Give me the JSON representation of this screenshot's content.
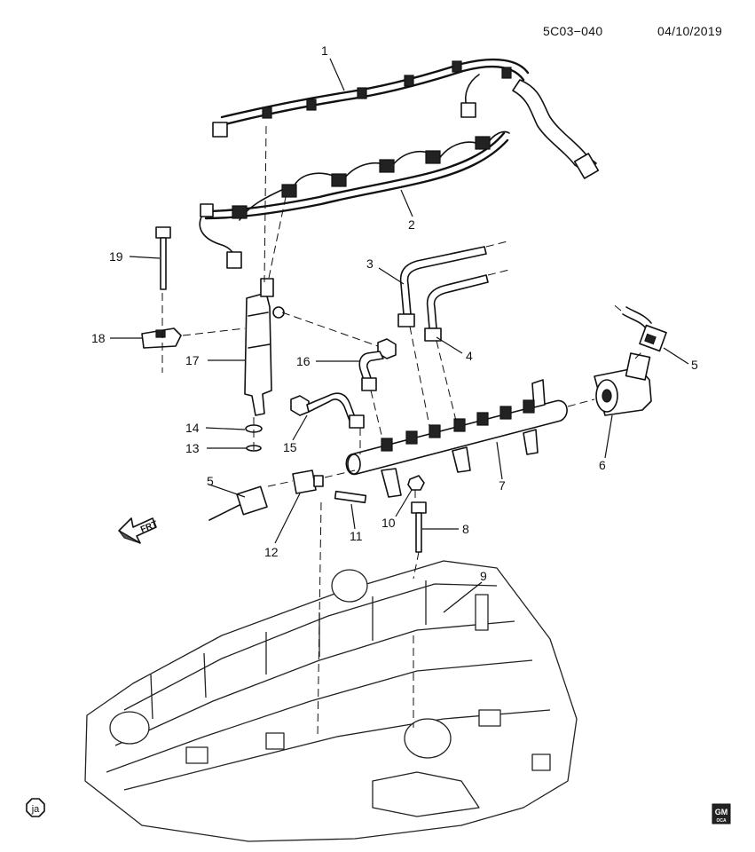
{
  "header": {
    "diagram_code": "5C03−040",
    "date": "04/10/2019"
  },
  "callouts": [
    "1",
    "2",
    "3",
    "4",
    "5",
    "5",
    "6",
    "7",
    "8",
    "9",
    "10",
    "11",
    "12",
    "13",
    "14",
    "15",
    "16",
    "17",
    "18",
    "19"
  ],
  "orientation": {
    "label": "FRT"
  },
  "language_badge": {
    "label": "ja"
  },
  "brand": {
    "label_top": "GM",
    "label_bottom": "OCA"
  }
}
